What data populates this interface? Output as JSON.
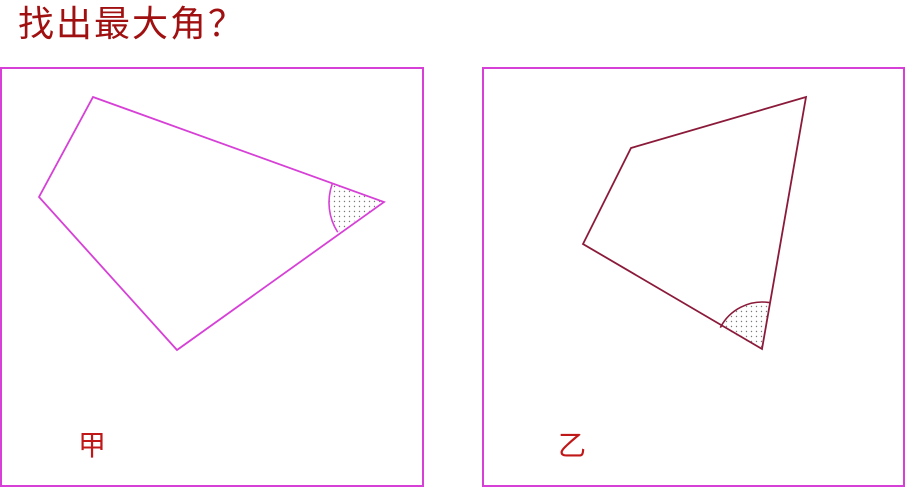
{
  "title": "找出最大角？",
  "panels": [
    {
      "label": "甲",
      "stroke_color": "#d640d6",
      "marked_angle_fill": "dotted"
    },
    {
      "label": "乙",
      "stroke_color": "#8b1a3a",
      "marked_angle_fill": "dotted"
    }
  ],
  "colors": {
    "title": "#a01010",
    "border": "#d640d6",
    "label": "#c01818"
  }
}
